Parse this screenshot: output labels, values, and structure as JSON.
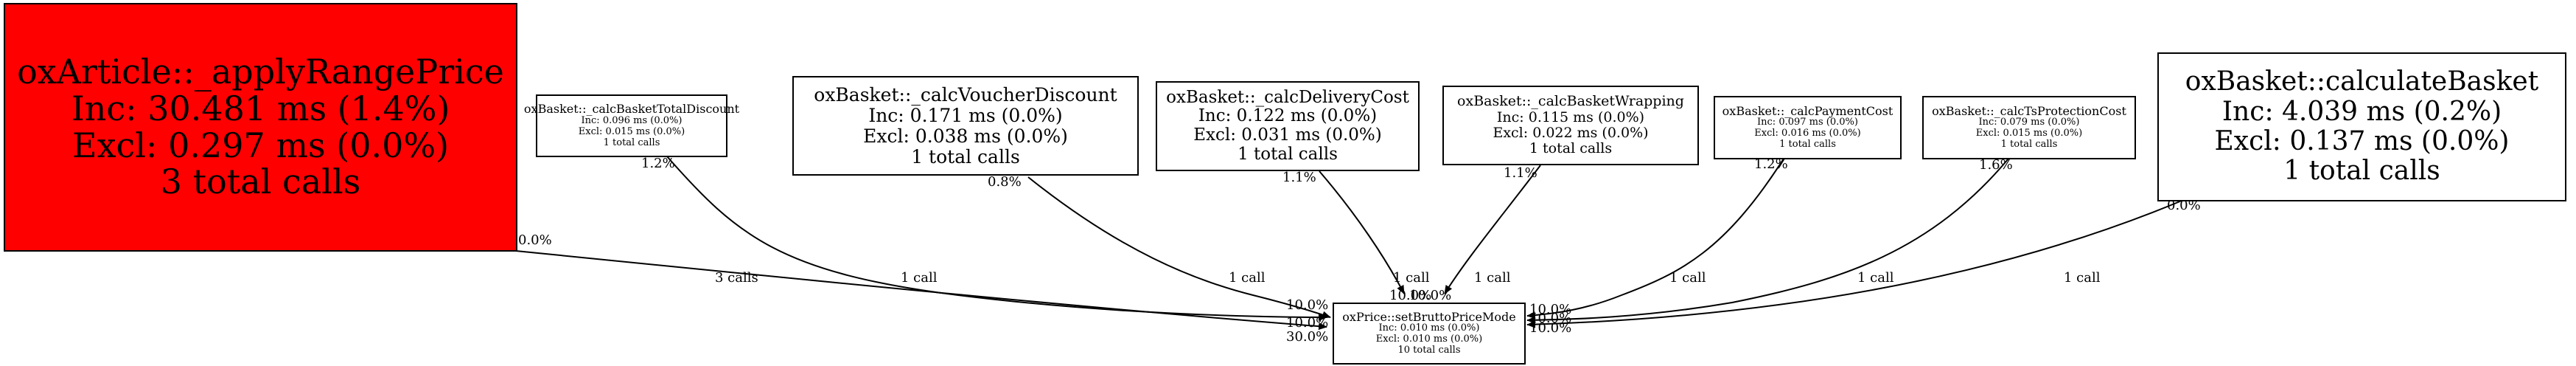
{
  "nodes": {
    "applyRangePrice": {
      "fill": "#ff0000",
      "lines": [
        "oxArticle::_applyRangePrice",
        "Inc: 30.481 ms (1.4%)",
        "Excl: 0.297 ms (0.0%)",
        "3 total calls"
      ]
    },
    "calcBasketTotalDiscount": {
      "lines": [
        "oxBasket::_calcBasketTotalDiscount",
        "Inc: 0.096 ms (0.0%)",
        "Excl: 0.015 ms (0.0%)",
        "1 total calls"
      ]
    },
    "calcVoucherDiscount": {
      "lines": [
        "oxBasket::_calcVoucherDiscount",
        "Inc: 0.171 ms (0.0%)",
        "Excl: 0.038 ms (0.0%)",
        "1 total calls"
      ]
    },
    "calcDeliveryCost": {
      "lines": [
        "oxBasket::_calcDeliveryCost",
        "Inc: 0.122 ms (0.0%)",
        "Excl: 0.031 ms (0.0%)",
        "1 total calls"
      ]
    },
    "calcBasketWrapping": {
      "lines": [
        "oxBasket::_calcBasketWrapping",
        "Inc: 0.115 ms (0.0%)",
        "Excl: 0.022 ms (0.0%)",
        "1 total calls"
      ]
    },
    "calcPaymentCost": {
      "lines": [
        "oxBasket::_calcPaymentCost",
        "Inc: 0.097 ms (0.0%)",
        "Excl: 0.016 ms (0.0%)",
        "1 total calls"
      ]
    },
    "calcTsProtectionCost": {
      "lines": [
        "oxBasket::_calcTsProtectionCost",
        "Inc: 0.079 ms (0.0%)",
        "Excl: 0.015 ms (0.0%)",
        "1 total calls"
      ]
    },
    "calculateBasket": {
      "lines": [
        "oxBasket::calculateBasket",
        "Inc: 4.039 ms (0.2%)",
        "Excl: 0.137 ms (0.0%)",
        "1 total calls"
      ]
    },
    "setBruttoPriceMode": {
      "lines": [
        "oxPrice::setBruttoPriceMode",
        "Inc: 0.010 ms (0.0%)",
        "Excl: 0.010 ms (0.0%)",
        "10 total calls"
      ]
    }
  },
  "edges": [
    {
      "from": "applyRangePrice",
      "calls": "3 calls",
      "src_pct": "0.0%",
      "dst_pct": "30.0%"
    },
    {
      "from": "calcBasketTotalDiscount",
      "calls": "1 call",
      "src_pct": "1.2%",
      "dst_pct": "10.0%"
    },
    {
      "from": "calcVoucherDiscount",
      "calls": "1 call",
      "src_pct": "0.8%",
      "dst_pct": "10.0%"
    },
    {
      "from": "calcDeliveryCost",
      "calls": "1 call",
      "src_pct": "1.1%",
      "dst_pct": "10.0%"
    },
    {
      "from": "calcBasketWrapping",
      "calls": "1 call",
      "src_pct": "1.1%",
      "dst_pct": "10.0%"
    },
    {
      "from": "calcPaymentCost",
      "calls": "1 call",
      "src_pct": "1.2%",
      "dst_pct": "10.0%"
    },
    {
      "from": "calcTsProtectionCost",
      "calls": "1 call",
      "src_pct": "1.6%",
      "dst_pct": "10.0%"
    },
    {
      "from": "calculateBasket",
      "calls": "1 call",
      "src_pct": "0.0%",
      "dst_pct": "10.0%"
    }
  ]
}
